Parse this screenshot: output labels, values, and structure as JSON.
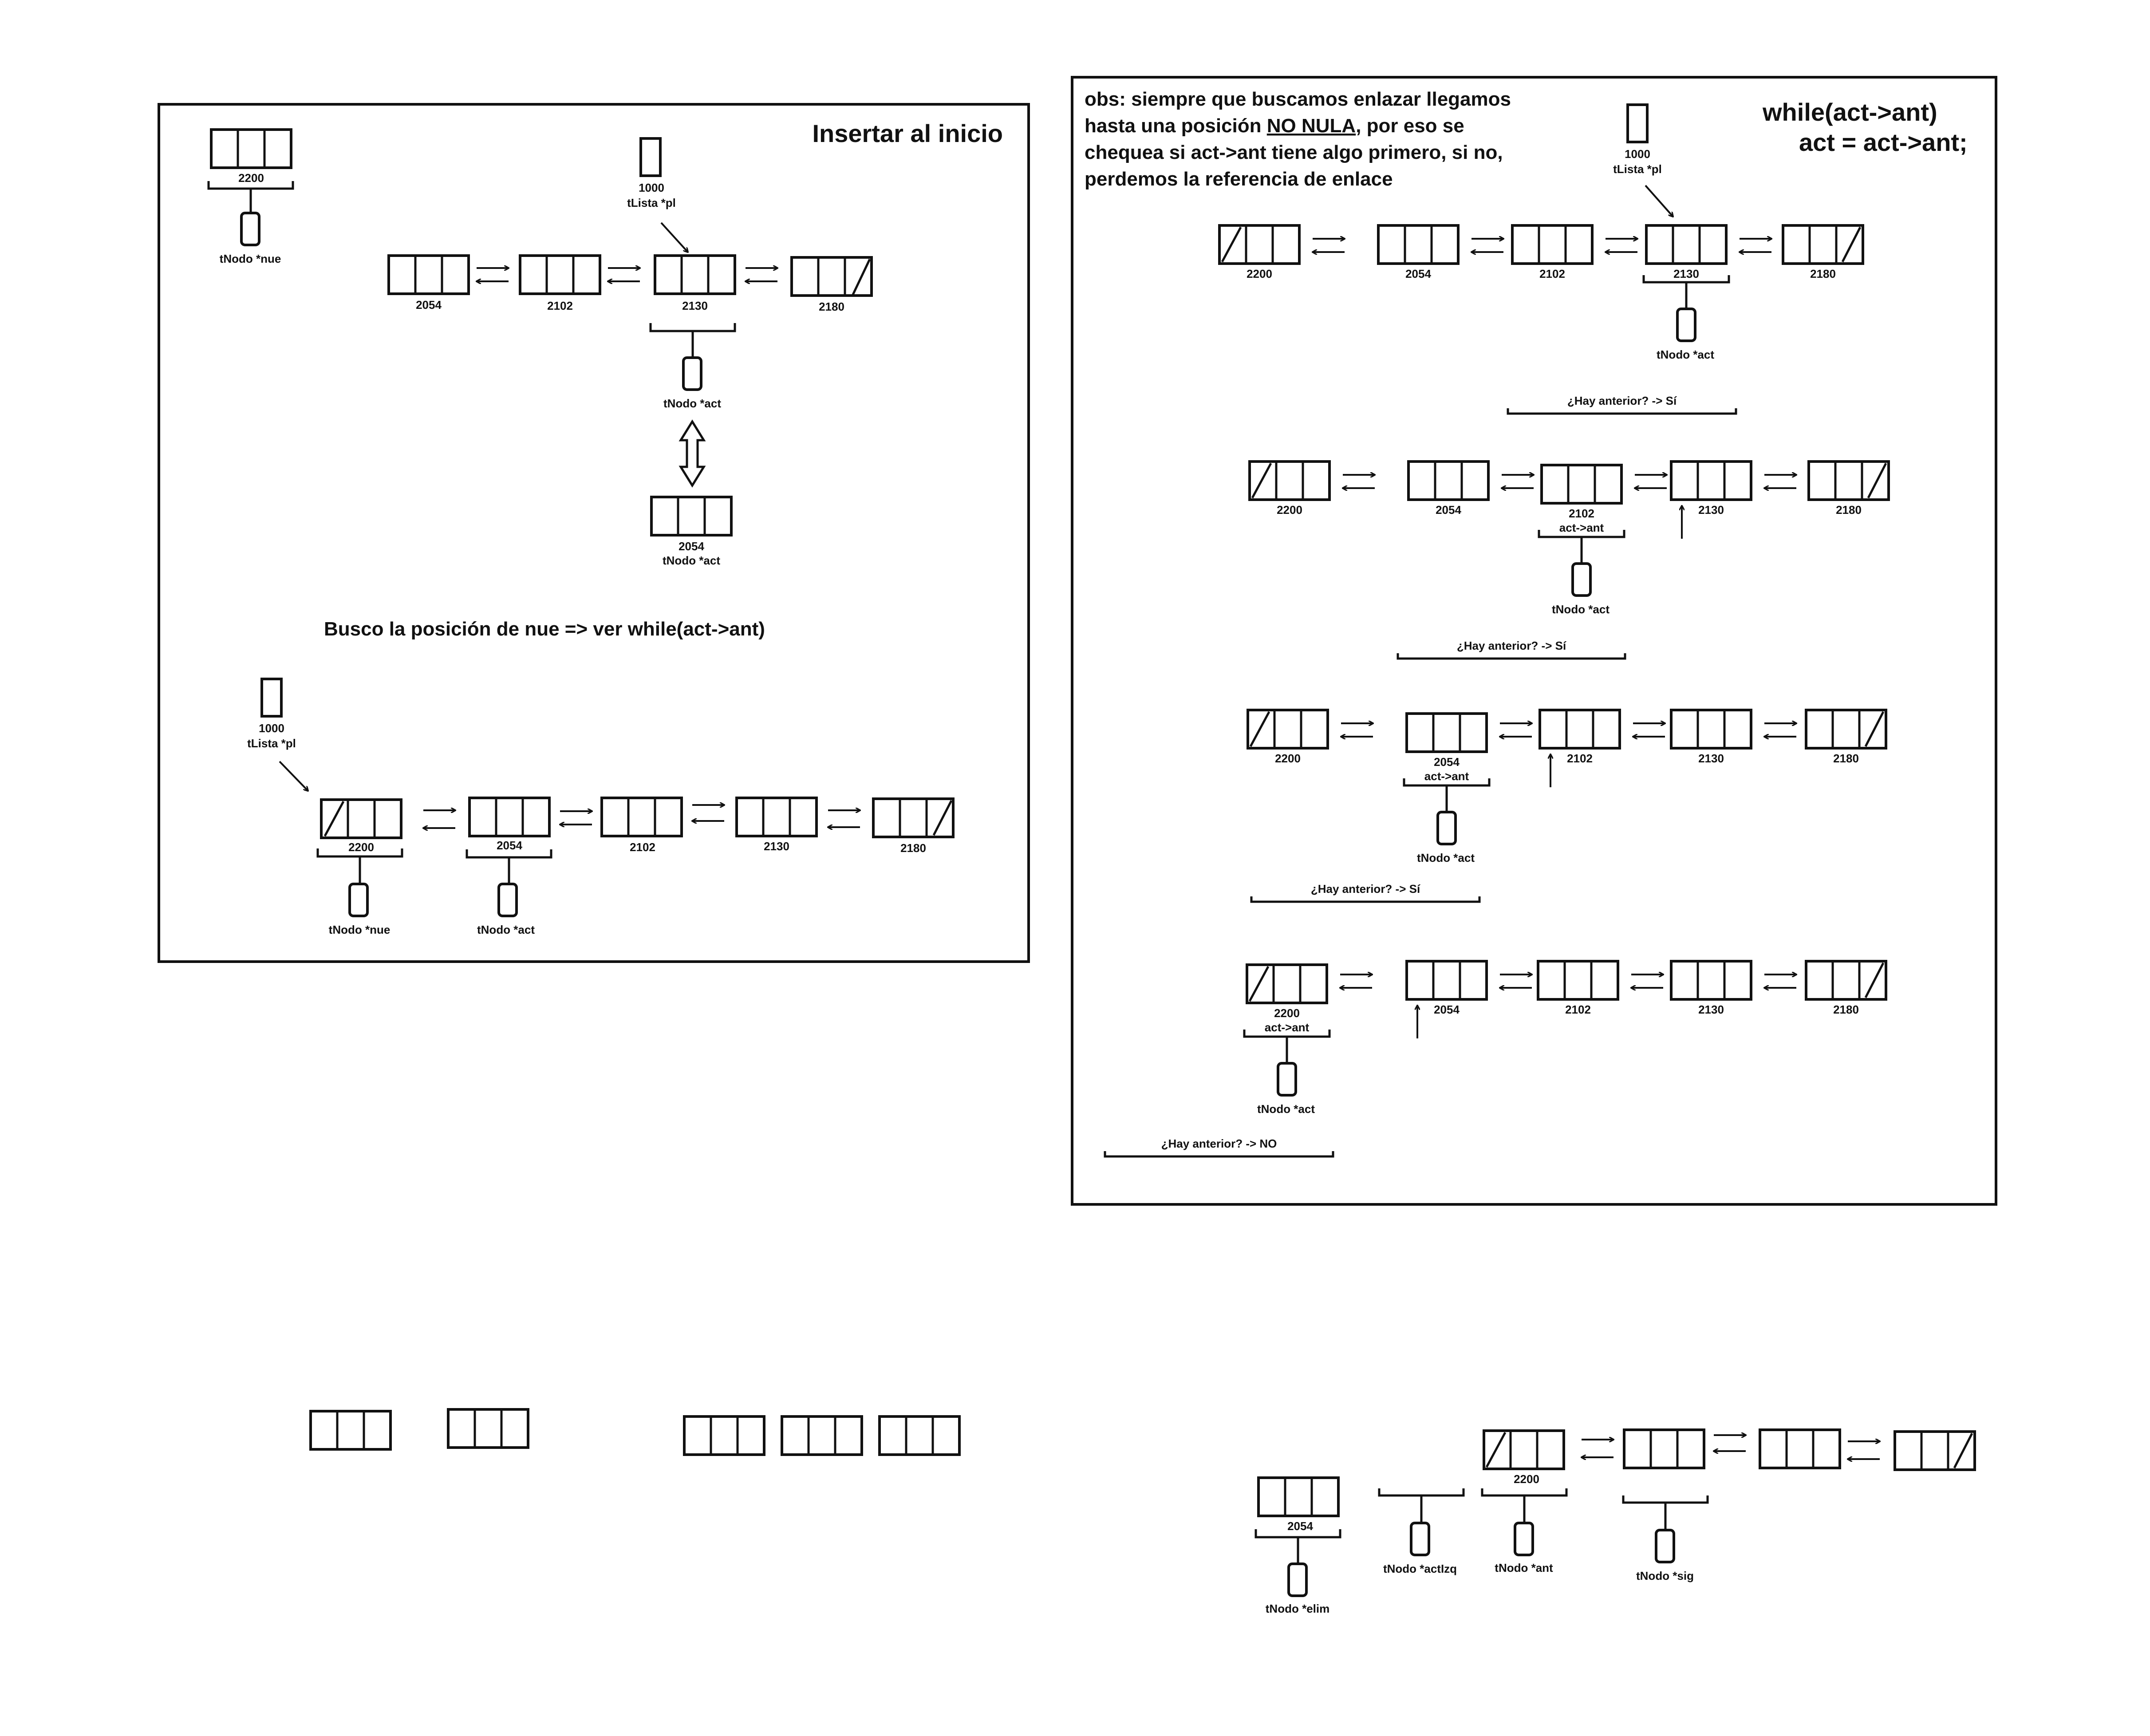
{
  "panel_left": {
    "title": "Insertar al inicio",
    "pl_top": {
      "addr": "1000",
      "name": "tLista *pl"
    },
    "nue_node": {
      "addr": "2200",
      "name": "tNodo *nue"
    },
    "top_list": [
      "2054",
      "2102",
      "2130",
      "2180"
    ],
    "act_label": "tNodo *act",
    "act_node": {
      "addr": "2054",
      "name": "tNodo *act"
    },
    "busco": "Busco la posición de nue => ver while(act->ant)",
    "pl_bottom": {
      "addr": "1000",
      "name": "tLista *pl"
    },
    "bottom_list": [
      "2200",
      "2054",
      "2102",
      "2130",
      "2180"
    ],
    "bottom_nue": "tNodo *nue",
    "bottom_act": "tNodo *act"
  },
  "panel_right": {
    "obs_lines": [
      "obs: siempre que buscamos enlazar llegamos",
      "hasta una posición ",
      "NO NULA",
      ", por eso se",
      "chequea si act->ant tiene algo primero, si no,",
      "perdemos la referencia de enlace"
    ],
    "code_line1": "while(act->ant)",
    "code_line2": "act = act->ant;",
    "pl": {
      "addr": "1000",
      "name": "tLista *pl"
    },
    "list": [
      "2200",
      "2054",
      "2102",
      "2130",
      "2180"
    ],
    "act_ant": "act->ant",
    "act_label": "tNodo *act",
    "q_yes": "¿Hay anterior? -> Sí",
    "q_no": "¿Hay anterior? ->  NO"
  },
  "bottom_right": {
    "elim_addr": "2054",
    "elim": "tNodo *elim",
    "actizq": "tNodo *actIzq",
    "ant_addr": "2200",
    "ant": "tNodo *ant",
    "sig": "tNodo *sig"
  }
}
